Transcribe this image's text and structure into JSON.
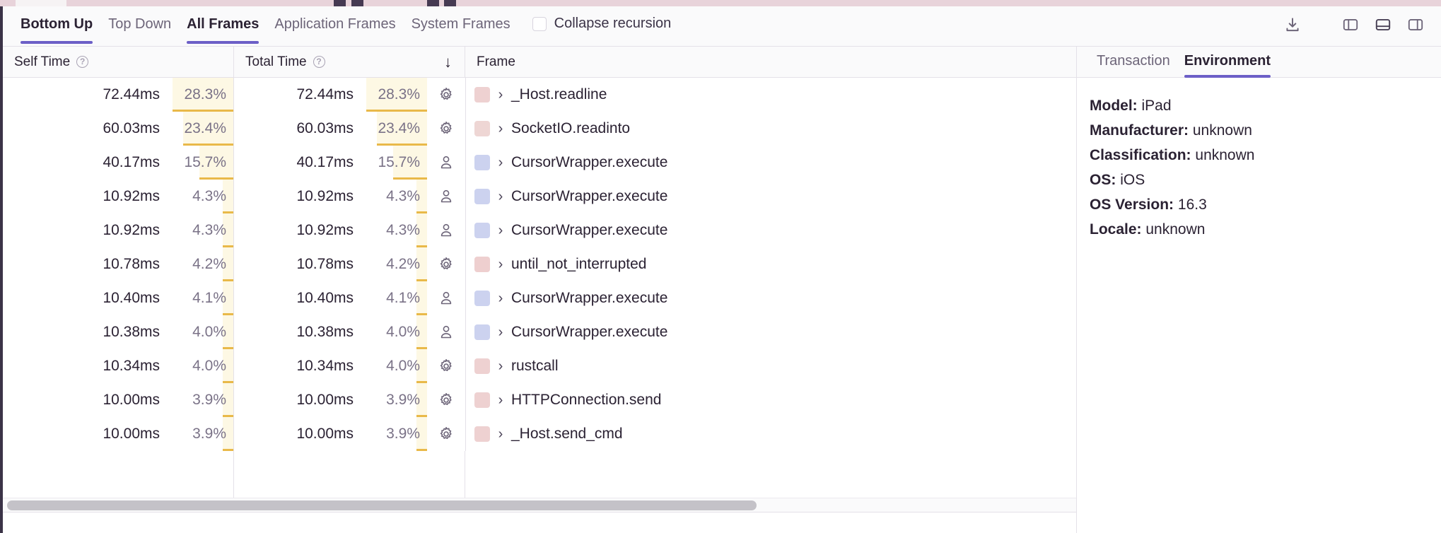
{
  "toolbar": {
    "tabs": [
      {
        "label": "Bottom Up",
        "active": true
      },
      {
        "label": "Top Down",
        "active": false
      },
      {
        "label": "All Frames",
        "active": true
      },
      {
        "label": "Application Frames",
        "active": false
      },
      {
        "label": "System Frames",
        "active": false
      }
    ],
    "collapse_recursion_label": "Collapse recursion",
    "collapse_recursion_checked": false,
    "actions": [
      {
        "name": "download-icon"
      },
      {
        "name": "left-panel-icon"
      },
      {
        "name": "bottom-panel-icon"
      },
      {
        "name": "right-panel-icon"
      }
    ]
  },
  "table": {
    "columns": {
      "self_time": "Self Time",
      "total_time": "Total Time",
      "frame": "Frame",
      "sort_indicator": "↓"
    },
    "rows": [
      {
        "self_ms": "72.44ms",
        "self_pct": "28.3%",
        "self_pct_value": 28.3,
        "total_ms": "72.44ms",
        "total_pct": "28.3%",
        "total_pct_value": 28.3,
        "type_icon": "gear-icon",
        "swatch": "#eed1d1",
        "frame": "_Host.readline"
      },
      {
        "self_ms": "60.03ms",
        "self_pct": "23.4%",
        "self_pct_value": 23.4,
        "total_ms": "60.03ms",
        "total_pct": "23.4%",
        "total_pct_value": 23.4,
        "type_icon": "gear-icon",
        "swatch": "#eed6d4",
        "frame": "SocketIO.readinto"
      },
      {
        "self_ms": "40.17ms",
        "self_pct": "15.7%",
        "self_pct_value": 15.7,
        "total_ms": "40.17ms",
        "total_pct": "15.7%",
        "total_pct_value": 15.7,
        "type_icon": "person-icon",
        "swatch": "#ccd2ef",
        "frame": "CursorWrapper.execute"
      },
      {
        "self_ms": "10.92ms",
        "self_pct": "4.3%",
        "self_pct_value": 4.3,
        "total_ms": "10.92ms",
        "total_pct": "4.3%",
        "total_pct_value": 4.3,
        "type_icon": "person-icon",
        "swatch": "#ccd2ef",
        "frame": "CursorWrapper.execute"
      },
      {
        "self_ms": "10.92ms",
        "self_pct": "4.3%",
        "self_pct_value": 4.3,
        "total_ms": "10.92ms",
        "total_pct": "4.3%",
        "total_pct_value": 4.3,
        "type_icon": "person-icon",
        "swatch": "#ccd2ef",
        "frame": "CursorWrapper.execute"
      },
      {
        "self_ms": "10.78ms",
        "self_pct": "4.2%",
        "self_pct_value": 4.2,
        "total_ms": "10.78ms",
        "total_pct": "4.2%",
        "total_pct_value": 4.2,
        "type_icon": "gear-icon",
        "swatch": "#eecfcf",
        "frame": "until_not_interrupted"
      },
      {
        "self_ms": "10.40ms",
        "self_pct": "4.1%",
        "self_pct_value": 4.1,
        "total_ms": "10.40ms",
        "total_pct": "4.1%",
        "total_pct_value": 4.1,
        "type_icon": "person-icon",
        "swatch": "#ccd2ef",
        "frame": "CursorWrapper.execute"
      },
      {
        "self_ms": "10.38ms",
        "self_pct": "4.0%",
        "self_pct_value": 4.0,
        "total_ms": "10.38ms",
        "total_pct": "4.0%",
        "total_pct_value": 4.0,
        "type_icon": "person-icon",
        "swatch": "#ccd2ef",
        "frame": "CursorWrapper.execute"
      },
      {
        "self_ms": "10.34ms",
        "self_pct": "4.0%",
        "self_pct_value": 4.0,
        "total_ms": "10.34ms",
        "total_pct": "4.0%",
        "total_pct_value": 4.0,
        "type_icon": "gear-icon",
        "swatch": "#eed1d1",
        "frame": "rustcall"
      },
      {
        "self_ms": "10.00ms",
        "self_pct": "3.9%",
        "self_pct_value": 3.9,
        "total_ms": "10.00ms",
        "total_pct": "3.9%",
        "total_pct_value": 3.9,
        "type_icon": "gear-icon",
        "swatch": "#eed1d1",
        "frame": "HTTPConnection.send"
      },
      {
        "self_ms": "10.00ms",
        "self_pct": "3.9%",
        "self_pct_value": 3.9,
        "total_ms": "10.00ms",
        "total_pct": "3.9%",
        "total_pct_value": 3.9,
        "type_icon": "gear-icon",
        "swatch": "#eed1d1",
        "frame": "_Host.send_cmd"
      }
    ]
  },
  "details": {
    "tabs": [
      {
        "label": "Transaction",
        "active": false
      },
      {
        "label": "Environment",
        "active": true
      }
    ],
    "fields": [
      {
        "key": "Model:",
        "value": "iPad"
      },
      {
        "key": "Manufacturer:",
        "value": "unknown"
      },
      {
        "key": "Classification:",
        "value": "unknown"
      },
      {
        "key": "OS:",
        "value": "iOS"
      },
      {
        "key": "OS Version:",
        "value": "16.3"
      },
      {
        "key": "Locale:",
        "value": "unknown"
      }
    ]
  },
  "colors": {
    "accent": "#6c5fc7",
    "bar": "#e9b949",
    "bar_bg": "#fdf8e4",
    "text": "#2b2233",
    "muted": "#7a7287"
  }
}
